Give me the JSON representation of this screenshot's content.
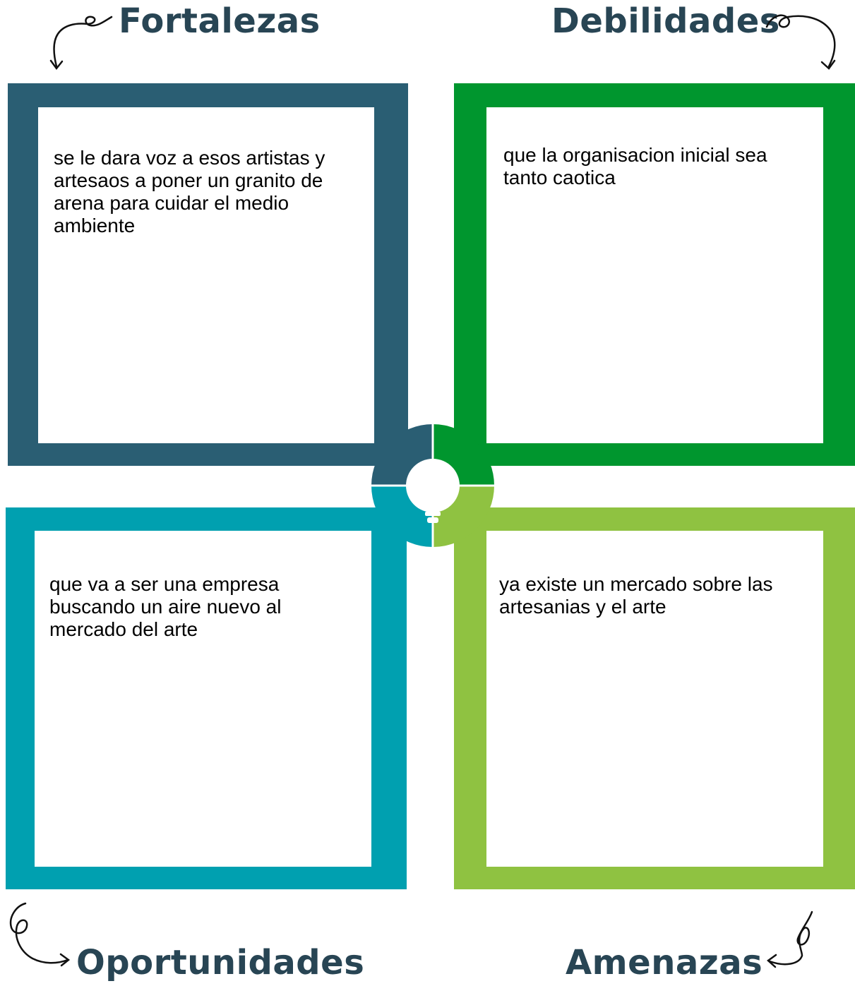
{
  "quadrants": {
    "strengths": {
      "title": "Fortalezas",
      "text": "se le dara voz a esos artistas y artesaos a poner un granito de arena para cuidar el medio ambiente",
      "color": "#2a5e73"
    },
    "weaknesses": {
      "title": "Debilidades",
      "text": "que la organisacion inicial sea tanto caotica",
      "color": "#00962e"
    },
    "opportunities": {
      "title": "Oportunidades",
      "text": "que va a ser una empresa buscando un aire nuevo al mercado del arte",
      "color": "#00a0b0"
    },
    "threats": {
      "title": "Amenazas",
      "text": "ya existe un mercado sobre las artesanias y el arte",
      "color": "#8fc241"
    }
  },
  "heading_color": "#284554",
  "center_icon": "lightbulb-icon"
}
